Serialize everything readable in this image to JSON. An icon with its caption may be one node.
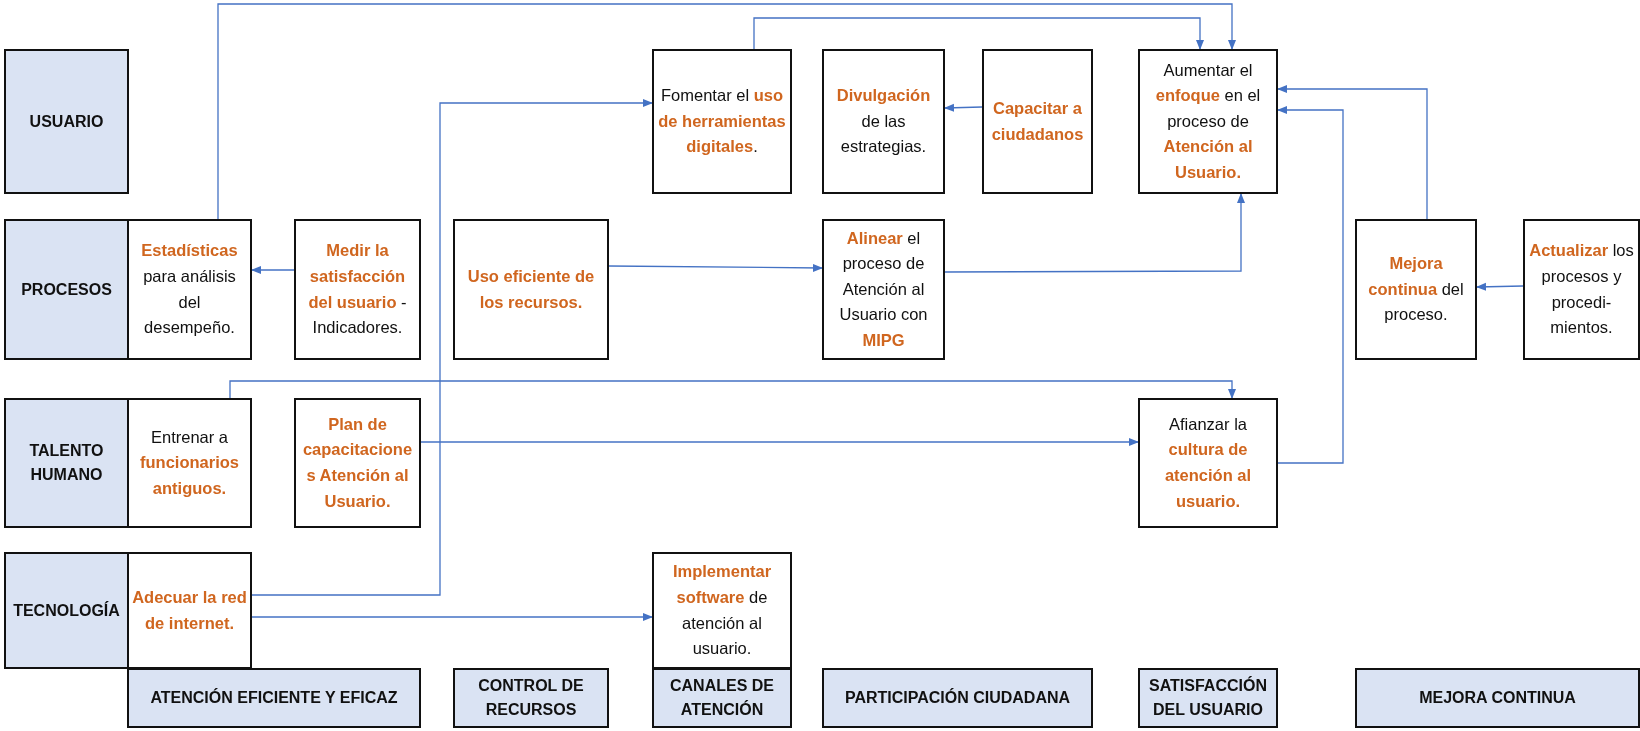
{
  "diagram": {
    "nodes": [
      {
        "text": [
          "USUARIO"
        ]
      },
      {
        "text": [
          "PROCESOS"
        ]
      },
      {
        "text": [
          "TALENTO HUMANO"
        ]
      },
      {
        "text": [
          "TECNOLOGÍA"
        ]
      },
      {
        "text": [
          "Fomentar el **uso de herramientas digitales**."
        ]
      },
      {
        "text": [
          "**Divulgación** de las estrategias."
        ]
      },
      {
        "text": [
          "Capacitar a ciudadanos"
        ]
      },
      {
        "text": [
          "Aumentar el **enfoque** en el proceso de **Atención al Usuario.**"
        ]
      },
      {
        "text": [
          "**Estadísticas** para análisis del desempeño."
        ]
      },
      {
        "text": [
          "**Medir la satisfacción del usuario** - Indicadores."
        ]
      },
      {
        "text": [
          "Uso eficiente de los recursos."
        ]
      },
      {
        "text": [
          "**Alinear** el proceso de Atención al Usuario con **MIPG**"
        ]
      },
      {
        "text": [
          "**Mejora continua** del proceso."
        ]
      },
      {
        "text": [
          "**Actualizar** los procesos y procedi-mientos."
        ]
      },
      {
        "text": [
          "Entrenar a **funcionarios antiguos.**"
        ]
      },
      {
        "text": [
          "Plan de capacitaciones Atención al Usuario."
        ]
      },
      {
        "text": [
          "Afianzar la **cultura de atención al usuario.**"
        ]
      },
      {
        "text": [
          "Adecuar la red de internet."
        ]
      },
      {
        "text": [
          "**Implementar software** de atención al usuario."
        ]
      },
      {
        "text": [
          "ATENCIÓN EFICIENTE Y EFICAZ"
        ]
      },
      {
        "text": [
          "CONTROL DE RECURSOS"
        ]
      },
      {
        "text": [
          "CANALES DE ATENCIÓN"
        ]
      },
      {
        "text": [
          "PARTICIPACIÓN CIUDADANA"
        ]
      },
      {
        "text": [
          "SATISFACCIÓN DEL USUARIO"
        ]
      },
      {
        "text": [
          "MEJORA CONTINUA"
        ]
      }
    ],
    "edges": [
      {
        "from": 8,
        "to": 7,
        "arrow": "to"
      },
      {
        "from": 4,
        "to": 7,
        "arrow": "to"
      },
      {
        "from": 6,
        "to": 5,
        "arrow": "to"
      },
      {
        "from": 9,
        "to": 8,
        "arrow": "to"
      },
      {
        "from": 10,
        "to": 11,
        "arrow": "to"
      },
      {
        "from": 11,
        "to": 7,
        "arrow": "to"
      },
      {
        "from": 12,
        "to": 7,
        "arrow": "to"
      },
      {
        "from": 13,
        "to": 12,
        "arrow": "to"
      },
      {
        "from": 14,
        "to": 16,
        "arrow": "to"
      },
      {
        "from": 15,
        "to": 16,
        "arrow": "to"
      },
      {
        "from": 16,
        "to": 7,
        "arrow": "to"
      },
      {
        "from": 17,
        "to": 4,
        "arrow": "to"
      },
      {
        "from": 17,
        "to": 18,
        "arrow": "to"
      }
    ]
  }
}
